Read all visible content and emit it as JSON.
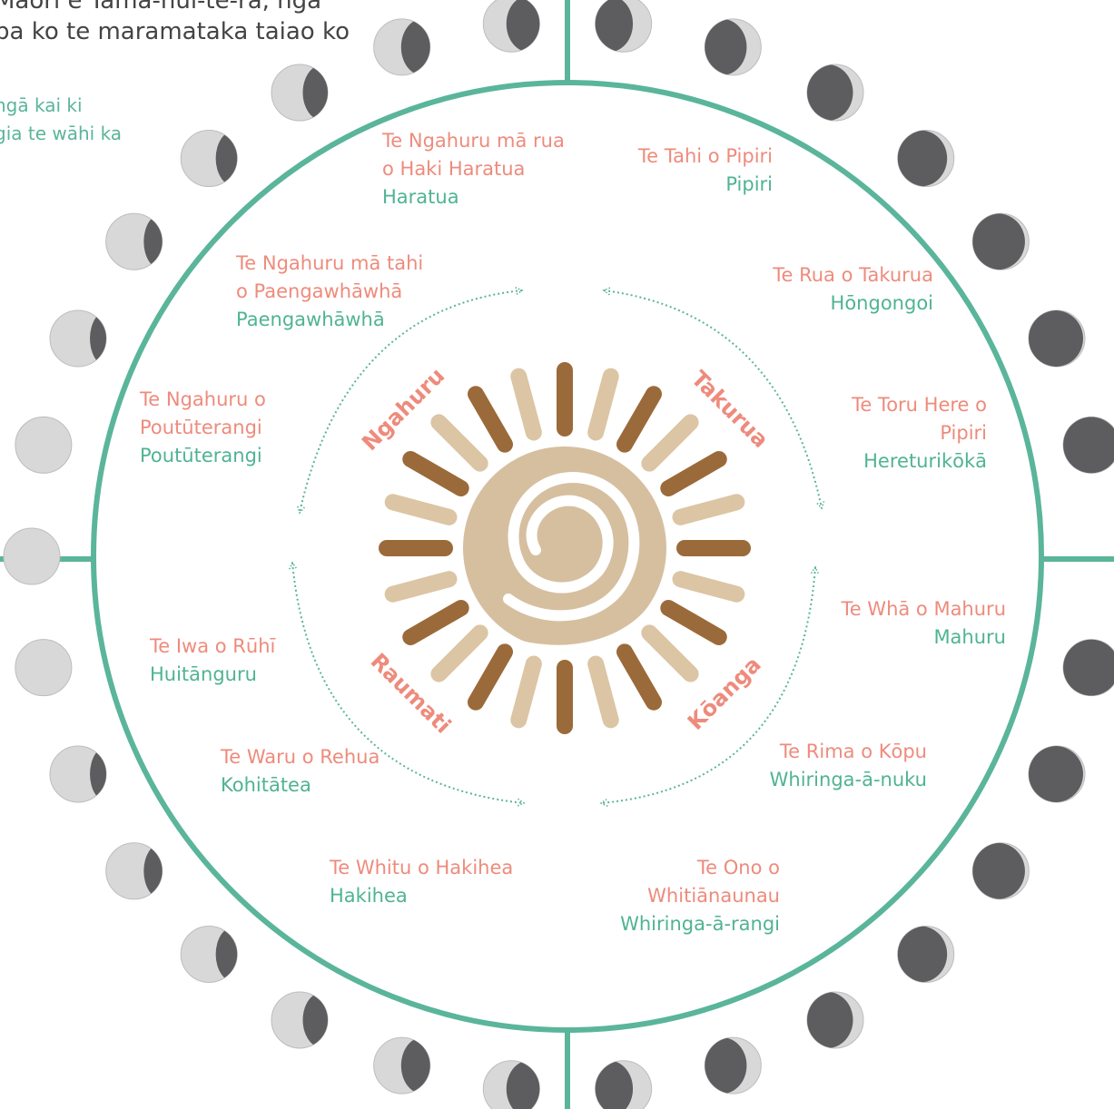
{
  "intro": {
    "line1": "Māori e Tama-nui-te-rā, ngā",
    "line2": "pa ko te maramataka taiao ko",
    "note1": "ngā kai ki",
    "note2": "gia te wāhi ka"
  },
  "seasons": {
    "ngahuru": "Ngahuru",
    "takurua": "Takurua",
    "raumati": "Raumati",
    "koanga": "Kōanga"
  },
  "months": [
    {
      "key": "tahi_pipiri",
      "star_lines": [
        "Te Tahi o Pipiri"
      ],
      "month": "Pipiri"
    },
    {
      "key": "rua_takurua",
      "star_lines": [
        "Te Rua o Takurua"
      ],
      "month": "Hōngongoi"
    },
    {
      "key": "toru_here",
      "star_lines": [
        "Te Toru Here o",
        "Pipiri"
      ],
      "month": "Hereturikōkā"
    },
    {
      "key": "wha_mahuru",
      "star_lines": [
        "Te Whā o Mahuru"
      ],
      "month": "Mahuru"
    },
    {
      "key": "rima_kopu",
      "star_lines": [
        "Te Rima o Kōpu"
      ],
      "month": "Whiringa-ā-nuku"
    },
    {
      "key": "ono_whitianaunau",
      "star_lines": [
        "Te Ono o",
        "Whitiānaunau"
      ],
      "month": "Whiringa-ā-rangi"
    },
    {
      "key": "whitu_hakihea",
      "star_lines": [
        "Te Whitu o Hakihea"
      ],
      "month": "Hakihea"
    },
    {
      "key": "waru_rehua",
      "star_lines": [
        "Te Waru o Rehua"
      ],
      "month": "Kohitātea"
    },
    {
      "key": "iwa_ruhi",
      "star_lines": [
        "Te Iwa o Rūhī"
      ],
      "month": "Huitānguru"
    },
    {
      "key": "ngahuru_poutu",
      "star_lines": [
        "Te Ngahuru o",
        "Poutūterangi"
      ],
      "month": "Poutūterangi"
    },
    {
      "key": "ngahuru_tahi",
      "star_lines": [
        "Te Ngahuru mā tahi",
        "o Paengawhāwhā"
      ],
      "month": "Paengawhāwhā"
    },
    {
      "key": "ngahuru_rua",
      "star_lines": [
        "Te Ngahuru mā rua",
        "o Haki Haratua"
      ],
      "month": "Haratua"
    }
  ],
  "colors": {
    "ring": "#5ab59a",
    "star_name": "#ee8b7c",
    "month_name": "#4fb394",
    "ray_dark": "#9b6a3a",
    "ray_light": "#dcc5a4",
    "sun_body": "#d6bf9f",
    "moon_dark": "#5d5d60",
    "moon_light": "#d8d8d8",
    "arrow": "#5ab59a"
  },
  "icons": {
    "moon": "moon-phase-icon",
    "sun": "sun-spiral-icon",
    "arrow": "dotted-arrow-icon"
  }
}
